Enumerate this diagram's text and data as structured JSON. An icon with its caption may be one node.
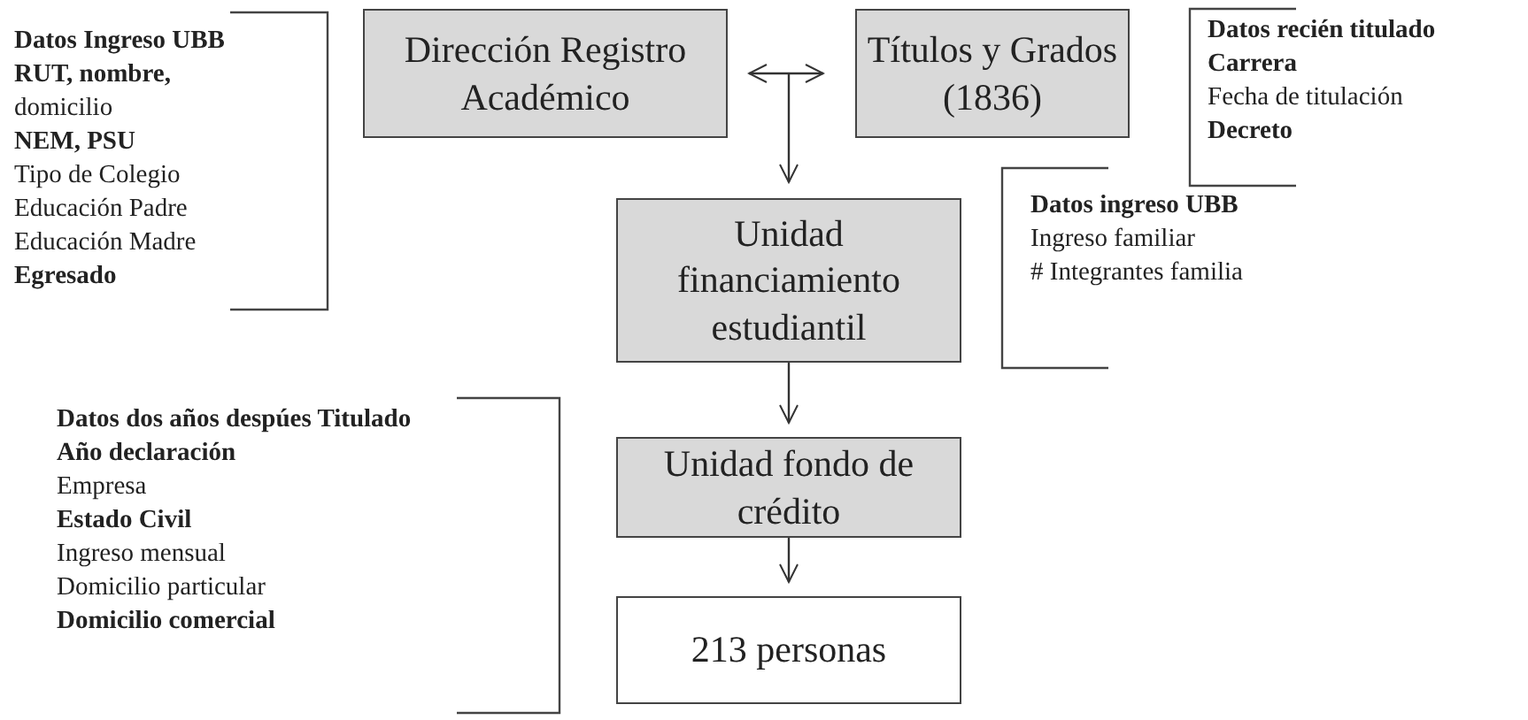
{
  "diagram": {
    "nodes": [
      {
        "text": [
          "Dirección Registro Académico"
        ]
      },
      {
        "text": [
          "Títulos y Grados (1836)"
        ]
      },
      {
        "text": [
          "Unidad financiamiento estudiantil"
        ]
      },
      {
        "text": [
          "Unidad fondo de crédito"
        ]
      },
      {
        "text": [
          "213 personas"
        ]
      }
    ],
    "edges": [
      {
        "from": 0,
        "to": 1,
        "arrow": "both"
      },
      {
        "from": null,
        "to": 2,
        "arrow": "to"
      },
      {
        "from": 2,
        "to": 3,
        "arrow": "to"
      },
      {
        "from": 3,
        "to": 4,
        "arrow": "to"
      }
    ],
    "labels": [
      "**Datos Ingreso UBB**",
      "**RUT, nombre,**",
      "domicilio",
      "**NEM, PSU**",
      "Tipo de Colegio",
      "Educación Padre",
      "Educación Madre",
      "**Egresado**",
      "**Datos recién titulado**",
      "**Carrera**",
      "Fecha de titulación",
      "**Decreto**",
      "**Datos ingreso UBB**",
      "Ingreso familiar",
      "# Integrantes familia",
      "**Datos dos años despúes Titulado**",
      "**Año declaración**",
      "Empresa",
      "**Estado Civil**",
      "Ingreso mensual",
      "Domicilio particular",
      "**Domicilio comercial**"
    ]
  }
}
